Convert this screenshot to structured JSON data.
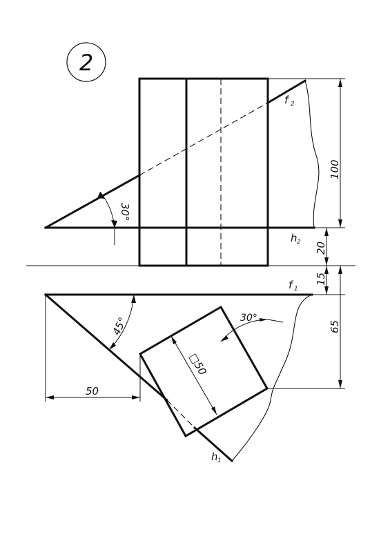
{
  "sheet": {
    "number": "2"
  },
  "labels": {
    "f2": "f",
    "f2_sub": "2",
    "h2": "h",
    "h2_sub": "2",
    "f1": "f",
    "f1_sub": "1",
    "h1": "h",
    "h1_sub": "1"
  },
  "dimensions": {
    "height_100": "100",
    "height_20": "20",
    "depth_15": "15",
    "depth_65": "65",
    "offset_50": "50",
    "square_50": "□50",
    "angle_front": "30°",
    "angle_top": "45°",
    "angle_square": "30°"
  },
  "colors": {
    "ink": "#111111",
    "paper": "#ffffff"
  }
}
